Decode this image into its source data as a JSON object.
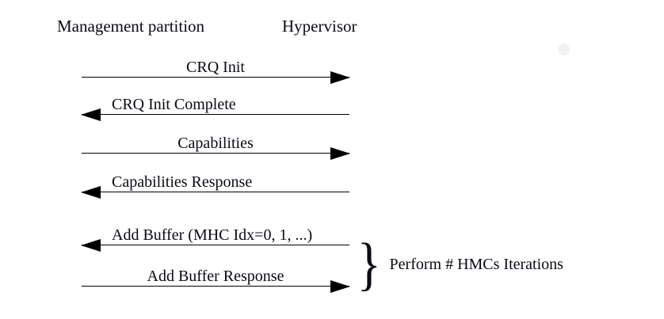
{
  "diagram": {
    "type": "sequence-diagram",
    "title": "",
    "background_color": "#ffffff",
    "line_color": "#000000",
    "text_color": "#0a0a14",
    "lifelines": [
      {
        "id": "management-partition",
        "label": "Management partition"
      },
      {
        "id": "hypervisor",
        "label": "Hypervisor"
      }
    ],
    "messages": [
      {
        "index": 1,
        "label": "CRQ Init",
        "direction": "right",
        "from": "management-partition",
        "to": "hypervisor"
      },
      {
        "index": 2,
        "label": "CRQ Init Complete",
        "direction": "left",
        "from": "hypervisor",
        "to": "management-partition"
      },
      {
        "index": 3,
        "label": "Capabilities",
        "direction": "right",
        "from": "management-partition",
        "to": "hypervisor"
      },
      {
        "index": 4,
        "label": "Capabilities Response",
        "direction": "left",
        "from": "hypervisor",
        "to": "management-partition"
      },
      {
        "index": 5,
        "label": "Add Buffer (MHC Idx=0, 1, ...)",
        "direction": "left",
        "from": "hypervisor",
        "to": "management-partition"
      },
      {
        "index": 6,
        "label": "Add Buffer Response",
        "direction": "right",
        "from": "management-partition",
        "to": "hypervisor"
      }
    ],
    "annotation": {
      "brace_glyph": "}",
      "note": "Perform # HMCs Iterations",
      "spans_messages": [
        5,
        6
      ]
    }
  }
}
